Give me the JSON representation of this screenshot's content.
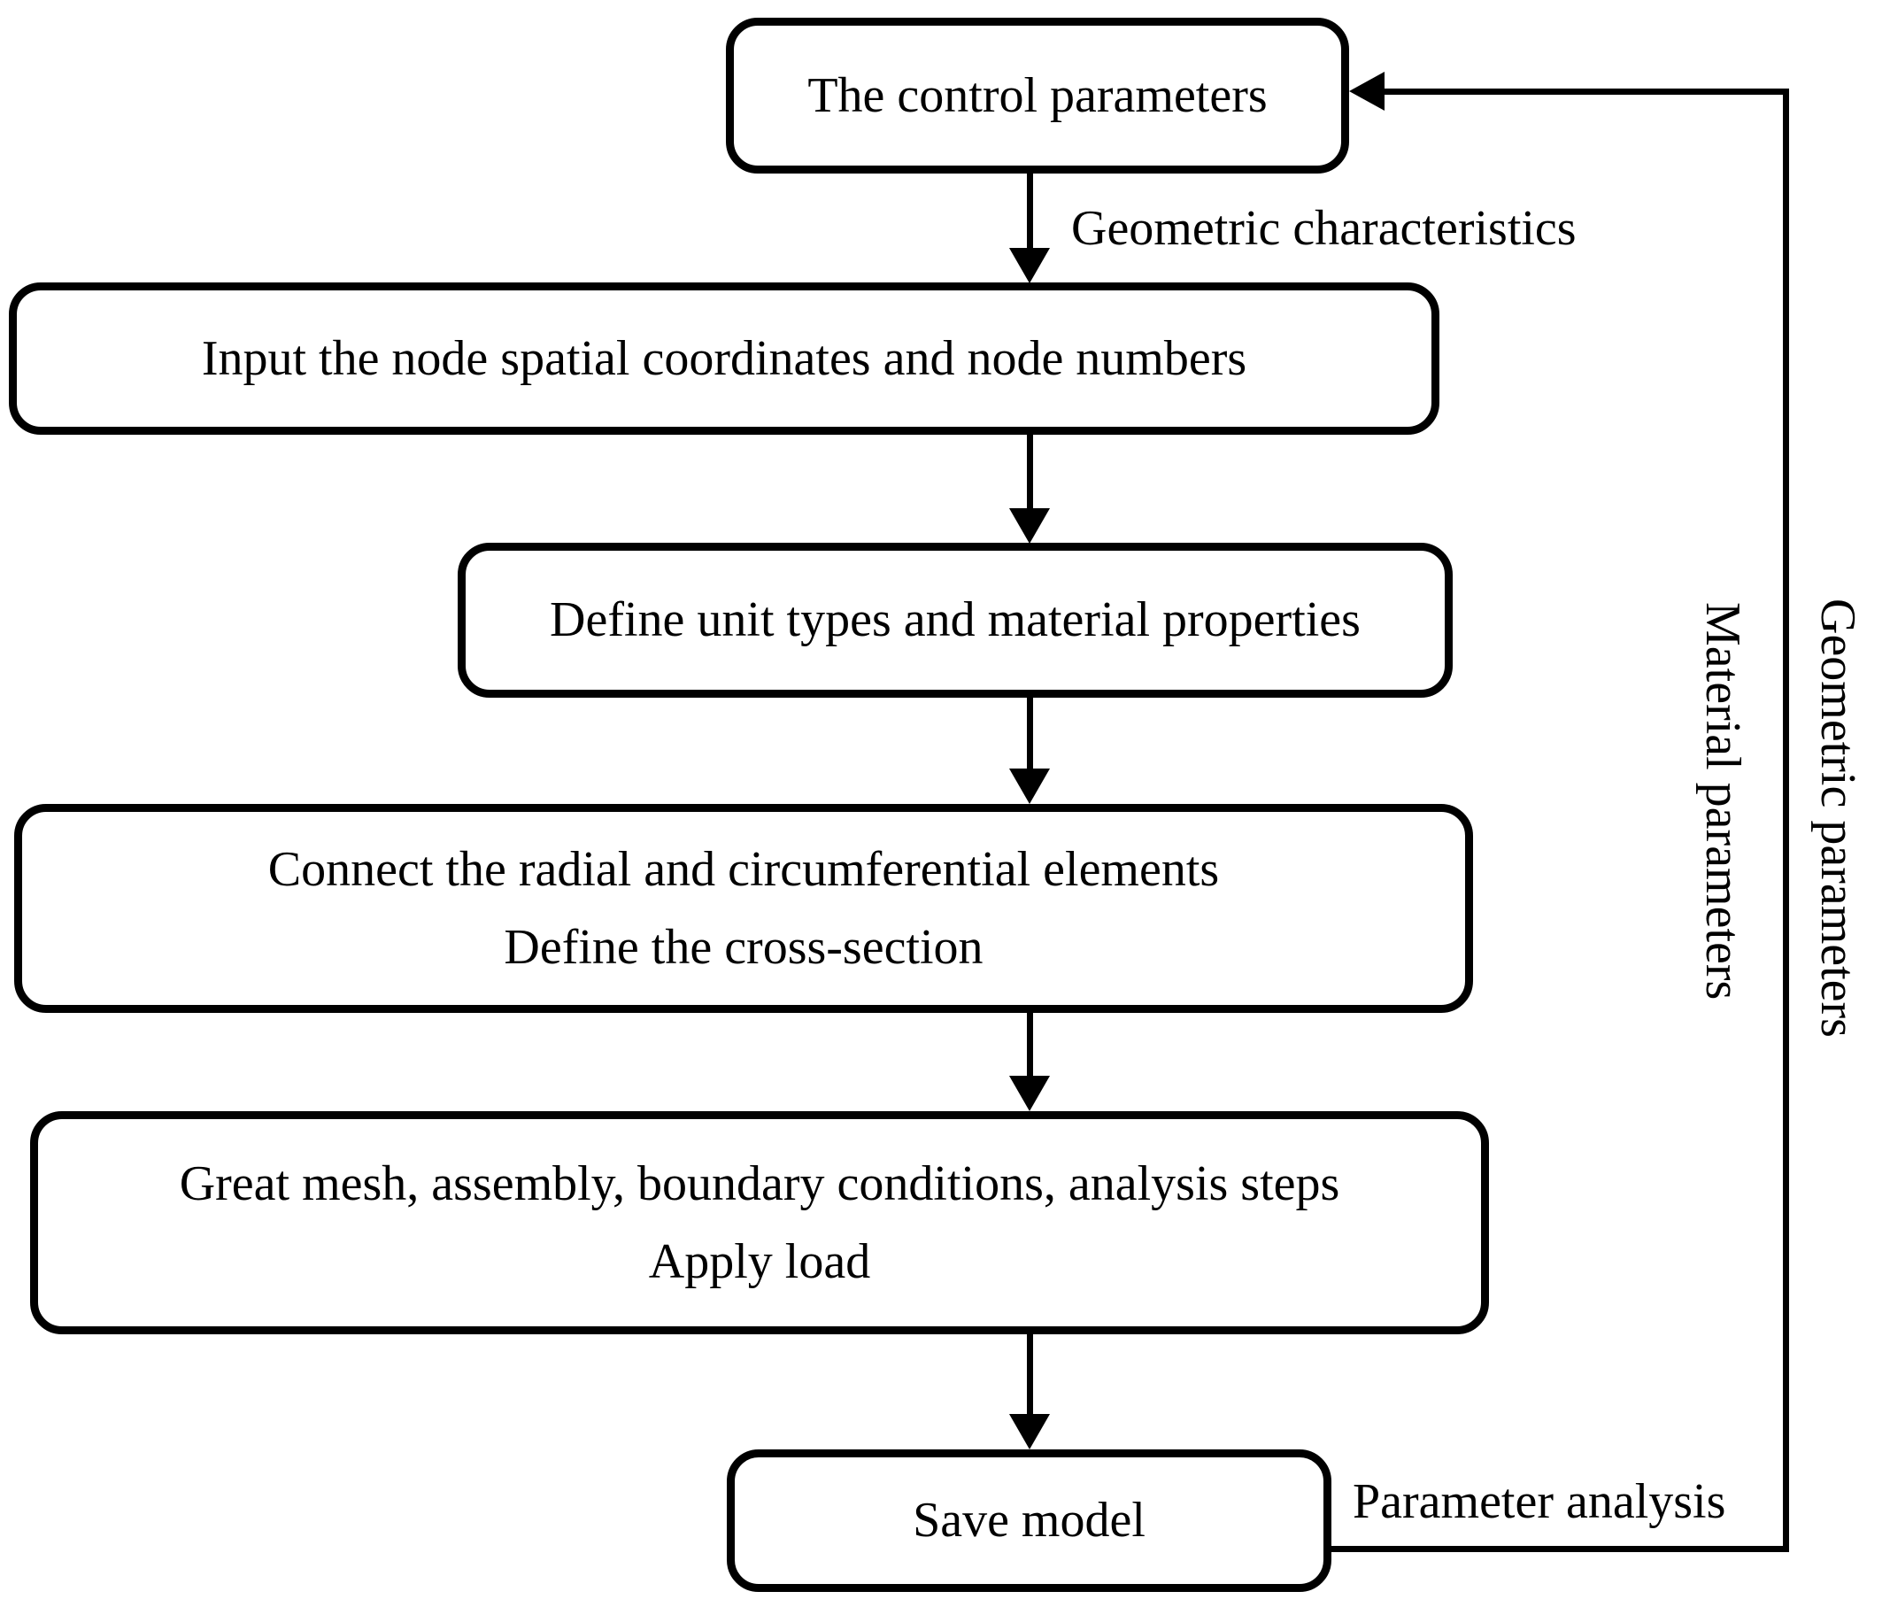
{
  "flowchart": {
    "background_color": "#ffffff",
    "line_color": "#000000",
    "boxes": {
      "control": {
        "label": "The control parameters"
      },
      "input_nodes": {
        "label": "Input the node spatial coordinates and node numbers"
      },
      "define_units": {
        "label": "Define unit types and material properties"
      },
      "connect_elements": {
        "line1": "Connect the radial and circumferential elements",
        "line2": "Define the cross-section"
      },
      "mesh_assembly": {
        "line1": "Great mesh, assembly, boundary conditions, analysis steps",
        "line2": "Apply load"
      },
      "save_model": {
        "label": "Save model"
      }
    },
    "edge_labels": {
      "geometric_characteristics": "Geometric characteristics",
      "material_parameters": "Material parameters",
      "geometric_parameters": "Geometric parameters",
      "parameter_analysis": "Parameter analysis"
    },
    "edges": [
      "control -> input_nodes (label: Geometric characteristics)",
      "input_nodes -> define_units",
      "define_units -> connect_elements",
      "connect_elements -> mesh_assembly",
      "mesh_assembly -> save_model",
      "save_model -> control (feedback loop, labels: Parameter analysis, Material parameters, Geometric parameters)"
    ]
  }
}
